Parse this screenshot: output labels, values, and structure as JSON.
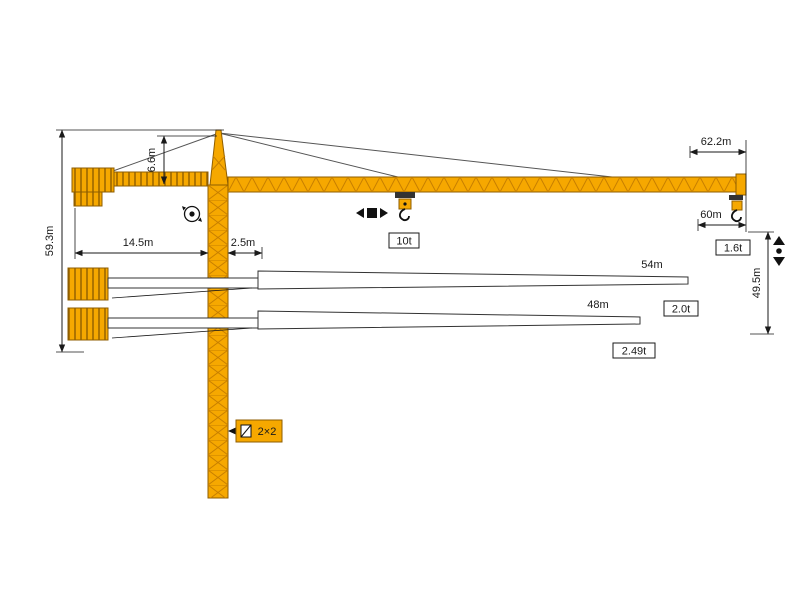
{
  "diagram_title": "tower-crane-dimension-diagram",
  "colors": {
    "crane_fill": "#F6A800",
    "crane_outline": "#8F5E00",
    "lattice": "#C77F00",
    "dimension_line": "#1A1A1A"
  },
  "dimensions": {
    "total_height": "59.3m",
    "head_height": "6.6m",
    "counter_jib": "14.5m",
    "rear_offset": "2.5m",
    "max_radius": "62.2m",
    "radius_60": "60m",
    "hook_height": "49.5m",
    "jib_54": "54m",
    "jib_48": "48m"
  },
  "loads": {
    "main": "10t",
    "tip_60": "1.6t",
    "tip_54": "2.0t",
    "tip_48": "2.49t"
  },
  "reeving": {
    "label": "2×2"
  },
  "icons": {
    "slewing": "rotation-arrows-icon",
    "trolley": "trolley-travel-left-right-icon",
    "hoist": "hoist-up-down-icon",
    "reeving": "rope-falls-icon"
  }
}
